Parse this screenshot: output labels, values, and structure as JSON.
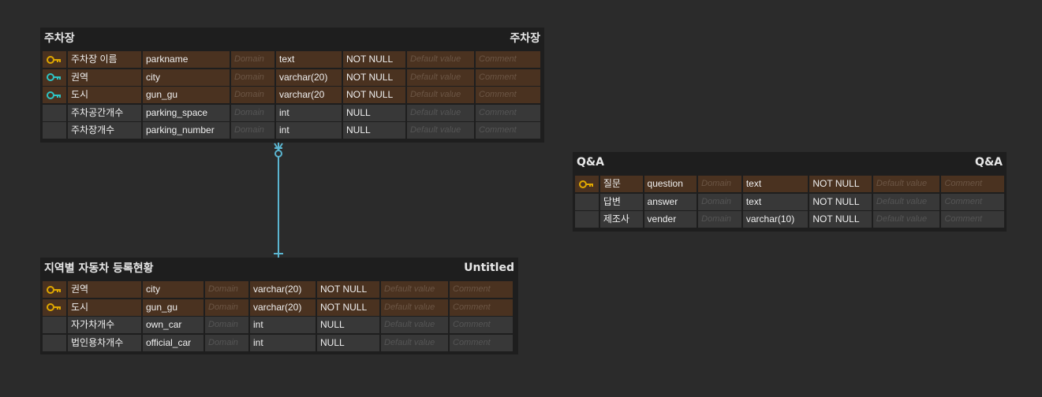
{
  "colors": {
    "background": "#2b2b2b",
    "pk_row": "#4a3220",
    "plain_row": "#383838",
    "primary_key_icon": "#e0a800",
    "foreign_key_icon": "#2ec4c4",
    "relation_line": "#5bb5d0"
  },
  "icons": {
    "primary_key": "key-icon-gold",
    "foreign_key": "key-icon-teal"
  },
  "tables": [
    {
      "id": "parking",
      "title_left": "주차장",
      "title_right": "주차장",
      "columns": [
        {
          "key": "primary",
          "logical": "주차장 이름",
          "physical": "parkname",
          "domain": "Domain",
          "type": "text",
          "null": "NOT NULL",
          "default": "Default value",
          "comment": "Comment"
        },
        {
          "key": "foreign",
          "logical": "권역",
          "physical": "city",
          "domain": "Domain",
          "type": "varchar(20)",
          "null": "NOT NULL",
          "default": "Default value",
          "comment": "Comment"
        },
        {
          "key": "foreign",
          "logical": "도시",
          "physical": "gun_gu",
          "domain": "Domain",
          "type": "varchar(20",
          "null": "NOT NULL",
          "default": "Default value",
          "comment": "Comment"
        },
        {
          "key": "none",
          "logical": "주차공간개수",
          "physical": "parking_space",
          "domain": "Domain",
          "type": "int",
          "null": "NULL",
          "default": "Default value",
          "comment": "Comment"
        },
        {
          "key": "none",
          "logical": "주차장개수",
          "physical": "parking_number",
          "domain": "Domain",
          "type": "int",
          "null": "NULL",
          "default": "Default value",
          "comment": "Comment"
        }
      ]
    },
    {
      "id": "qna",
      "title_left": "Q&A",
      "title_right": "Q&A",
      "columns": [
        {
          "key": "primary",
          "logical": "질문",
          "physical": "question",
          "domain": "Domain",
          "type": "text",
          "null": "NOT NULL",
          "default": "Default value",
          "comment": "Comment"
        },
        {
          "key": "none",
          "logical": "답변",
          "physical": "answer",
          "domain": "Domain",
          "type": "text",
          "null": "NOT NULL",
          "default": "Default value",
          "comment": "Comment"
        },
        {
          "key": "none",
          "logical": "제조사",
          "physical": "vender",
          "domain": "Domain",
          "type": "varchar(10)",
          "null": "NOT NULL",
          "default": "Default value",
          "comment": "Comment"
        }
      ]
    },
    {
      "id": "region",
      "title_left": "지역별 자동차 등록현황",
      "title_right": "Untitled",
      "columns": [
        {
          "key": "primary",
          "logical": "권역",
          "physical": "city",
          "domain": "Domain",
          "type": "varchar(20)",
          "null": "NOT NULL",
          "default": "Default value",
          "comment": "Comment"
        },
        {
          "key": "primary",
          "logical": "도시",
          "physical": "gun_gu",
          "domain": "Domain",
          "type": "varchar(20)",
          "null": "NOT NULL",
          "default": "Default value",
          "comment": "Comment"
        },
        {
          "key": "none",
          "logical": "자가차개수",
          "physical": "own_car",
          "domain": "Domain",
          "type": "int",
          "null": "NULL",
          "default": "Default value",
          "comment": "Comment"
        },
        {
          "key": "none",
          "logical": "법인용차개수",
          "physical": "official_car",
          "domain": "Domain",
          "type": "int",
          "null": "NULL",
          "default": "Default value",
          "comment": "Comment"
        }
      ]
    }
  ],
  "relationships": [
    {
      "from": "region",
      "to": "parking",
      "from_cardinality": "one",
      "to_cardinality": "zero-or-many"
    }
  ]
}
